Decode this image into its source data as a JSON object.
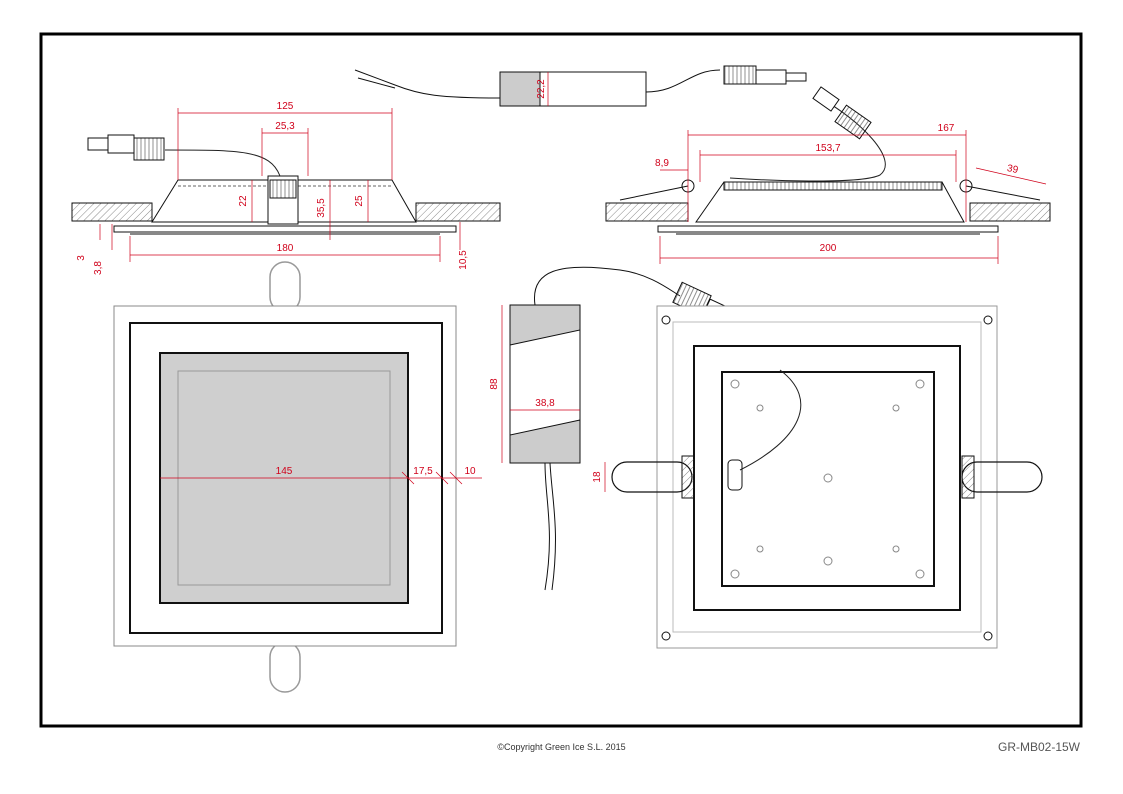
{
  "dims": {
    "d125": "125",
    "d25_3": "25,3",
    "d22": "22",
    "d35_5": "35,5",
    "d25": "25",
    "d180": "180",
    "d3": "3",
    "d3_8": "3,8",
    "d10_5": "10,5",
    "d22_2": "22,2",
    "d167": "167",
    "d153_7": "153,7",
    "d8_9": "8,9",
    "d39": "39",
    "d200": "200",
    "d88": "88",
    "d38_8": "38,8",
    "d145": "145",
    "d17_5": "17,5",
    "d10": "10",
    "d18": "18"
  },
  "footer": {
    "copyright": "©Copyright Green Ice S.L. 2015",
    "model": "GR-MB02-15W"
  },
  "colors": {
    "dimension": "#d0021b",
    "line": "#111111",
    "frame": "#000000"
  }
}
